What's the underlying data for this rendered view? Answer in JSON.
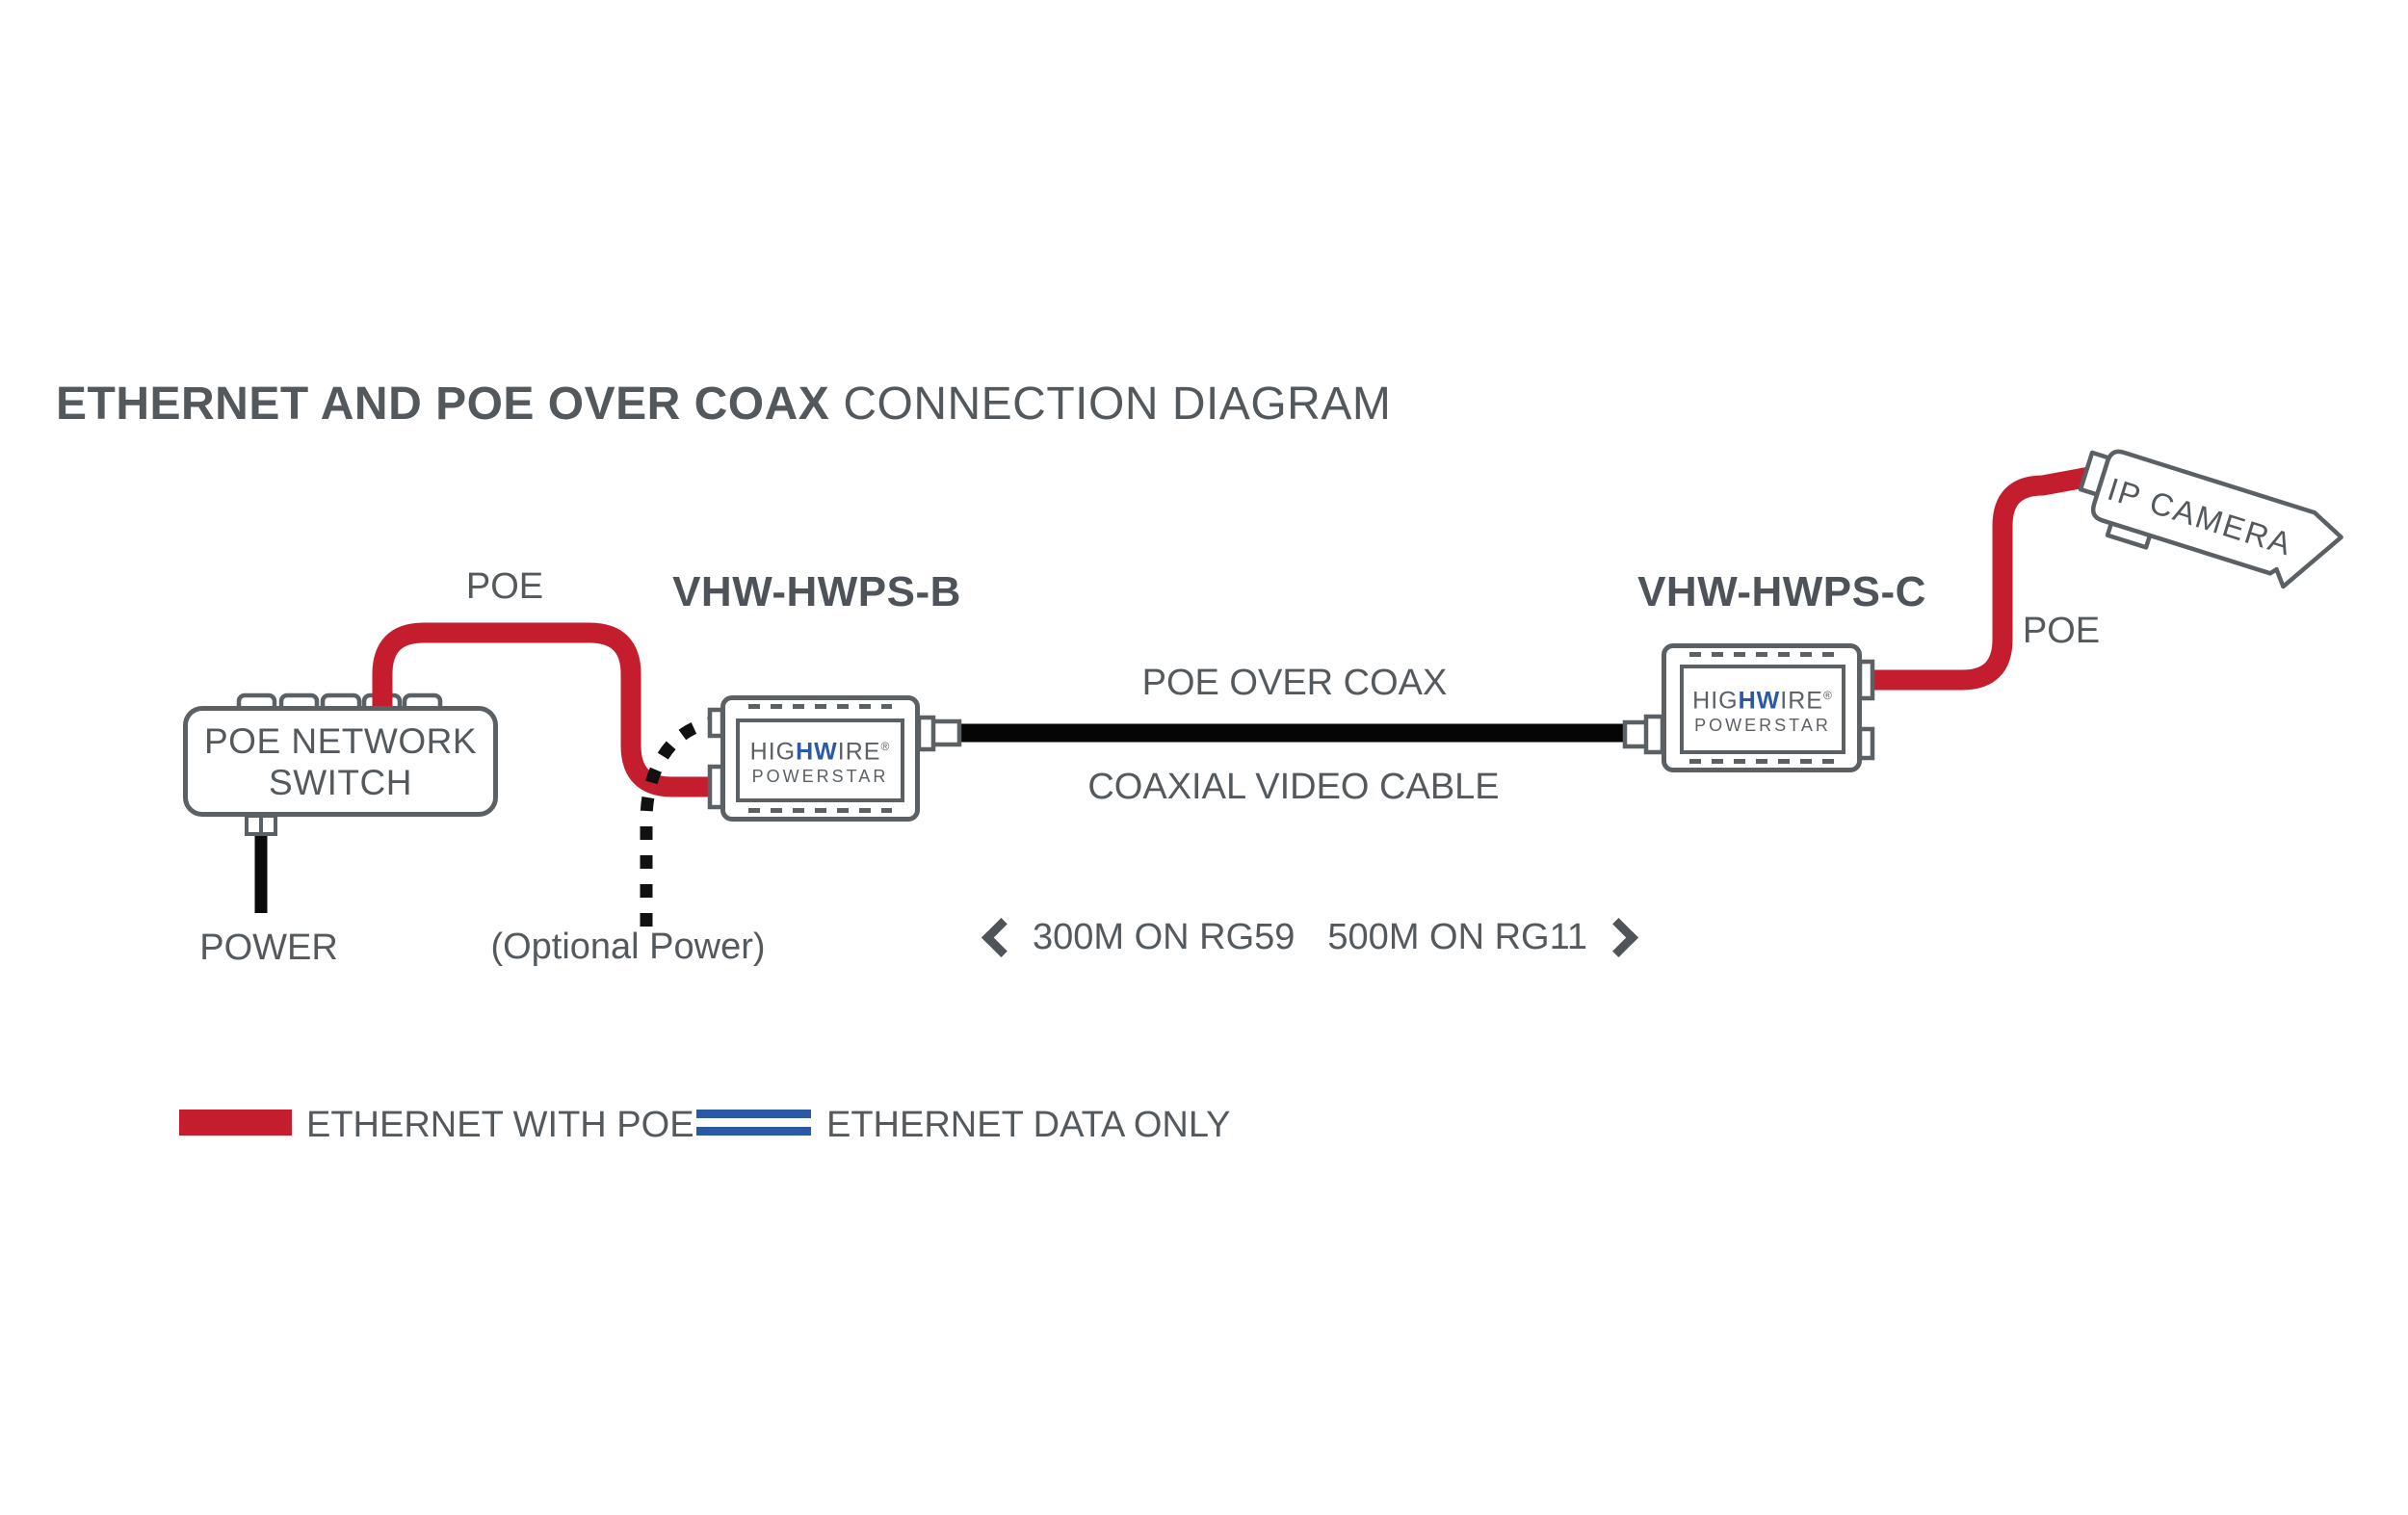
{
  "title": {
    "bold": "ETHERNET AND POE OVER COAX",
    "regular": "CONNECTION DIAGRAM"
  },
  "colors": {
    "ethernet_with_poe_red": "#c41e2e",
    "ethernet_data_blue": "#2b59a6",
    "diagram_gray": "#54595e",
    "cable_black": "#0a0a0a"
  },
  "switch": {
    "line1": "POE NETWORK",
    "line2": "SWITCH",
    "power_label": "POWER"
  },
  "brand": {
    "pre": "HIG",
    "hw": "HW",
    "post": "IRE",
    "reg": "®",
    "line2": "POWERSTAR"
  },
  "device_b": {
    "name": "VHW-HWPS-B",
    "poe_label": "POE",
    "optional_power_label": "(Optional Power)"
  },
  "device_c": {
    "name": "VHW-HWPS-C",
    "poe_label": "POE"
  },
  "camera": {
    "label": "IP CAMERA"
  },
  "coax": {
    "label_top": "POE OVER COAX",
    "label_bottom": "COAXIAL VIDEO CABLE",
    "range_left": "300M ON RG59",
    "range_right": "500M ON RG11",
    "arrow_left_icon": "chevron-left",
    "arrow_right_icon": "chevron-right"
  },
  "legend": {
    "items": [
      {
        "label": "ETHERNET WITH POE",
        "swatch": "red-solid"
      },
      {
        "label": "ETHERNET DATA ONLY",
        "swatch": "blue-double"
      }
    ]
  }
}
